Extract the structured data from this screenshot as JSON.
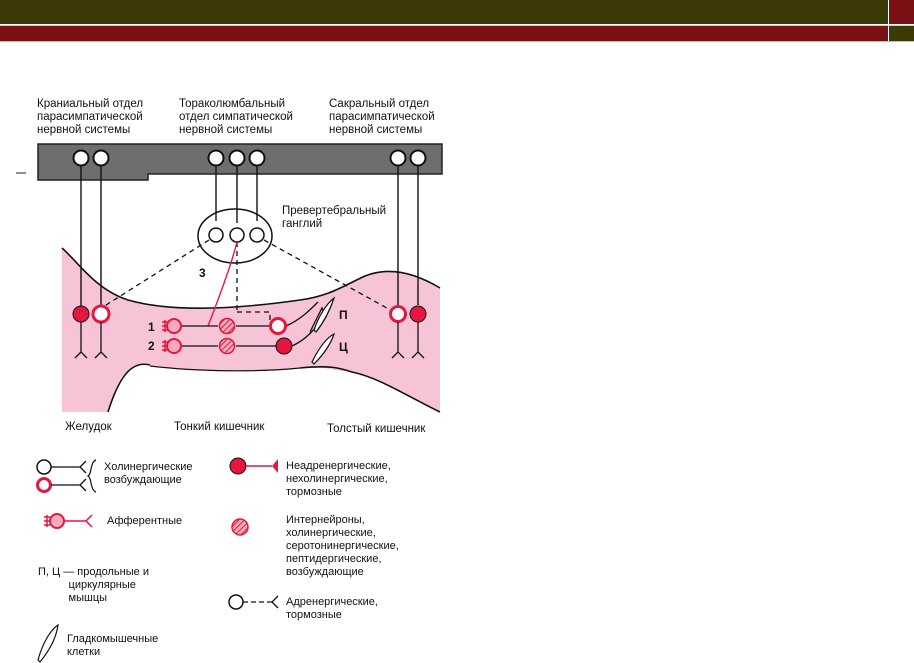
{
  "header": {
    "top_color": "#3d3a08",
    "bottom_color": "#7a0f14"
  },
  "diagram": {
    "cranial_label": "Краниальный отдел\nпарасимпатической\nнервной системы",
    "thoracolumbar_label": "Тораколюмбальный\nотдел симпатической\nнервной системы",
    "sacral_label": "Сакральный отдел\nпарасимпатической\nнервной системы",
    "ganglion_label": "Превертебральный\nганглий",
    "num_3": "3",
    "num_1": "1",
    "num_2": "2",
    "p_label": "П",
    "c_label": "Ц",
    "stomach_label": "Желудок",
    "small_intestine_label": "Тонкий кишечник",
    "large_intestine_label": "Толстый кишечник"
  },
  "legend": {
    "cholinergic": "Холинергические\nвозбуждающие",
    "nonadrenergic": "Неадренергические,\nнехолинергические,\nтормозные",
    "afferent": "Афферентные",
    "interneurons": "Интернейроны,\nхолинергические,\nсеротонинергические,\nпептидергические,\nвозбуждающие",
    "muscles": "П, Ц — продольные и\n          циркулярные\n          мышцы",
    "adrenergic": "Адренергические,\nтормозные",
    "smooth_muscle": "Гладкомышечные\nклетки"
  },
  "colors": {
    "tissue": "#f6c4d6",
    "neuron_red": "#e5173f",
    "cord": "#6e6e6e"
  }
}
